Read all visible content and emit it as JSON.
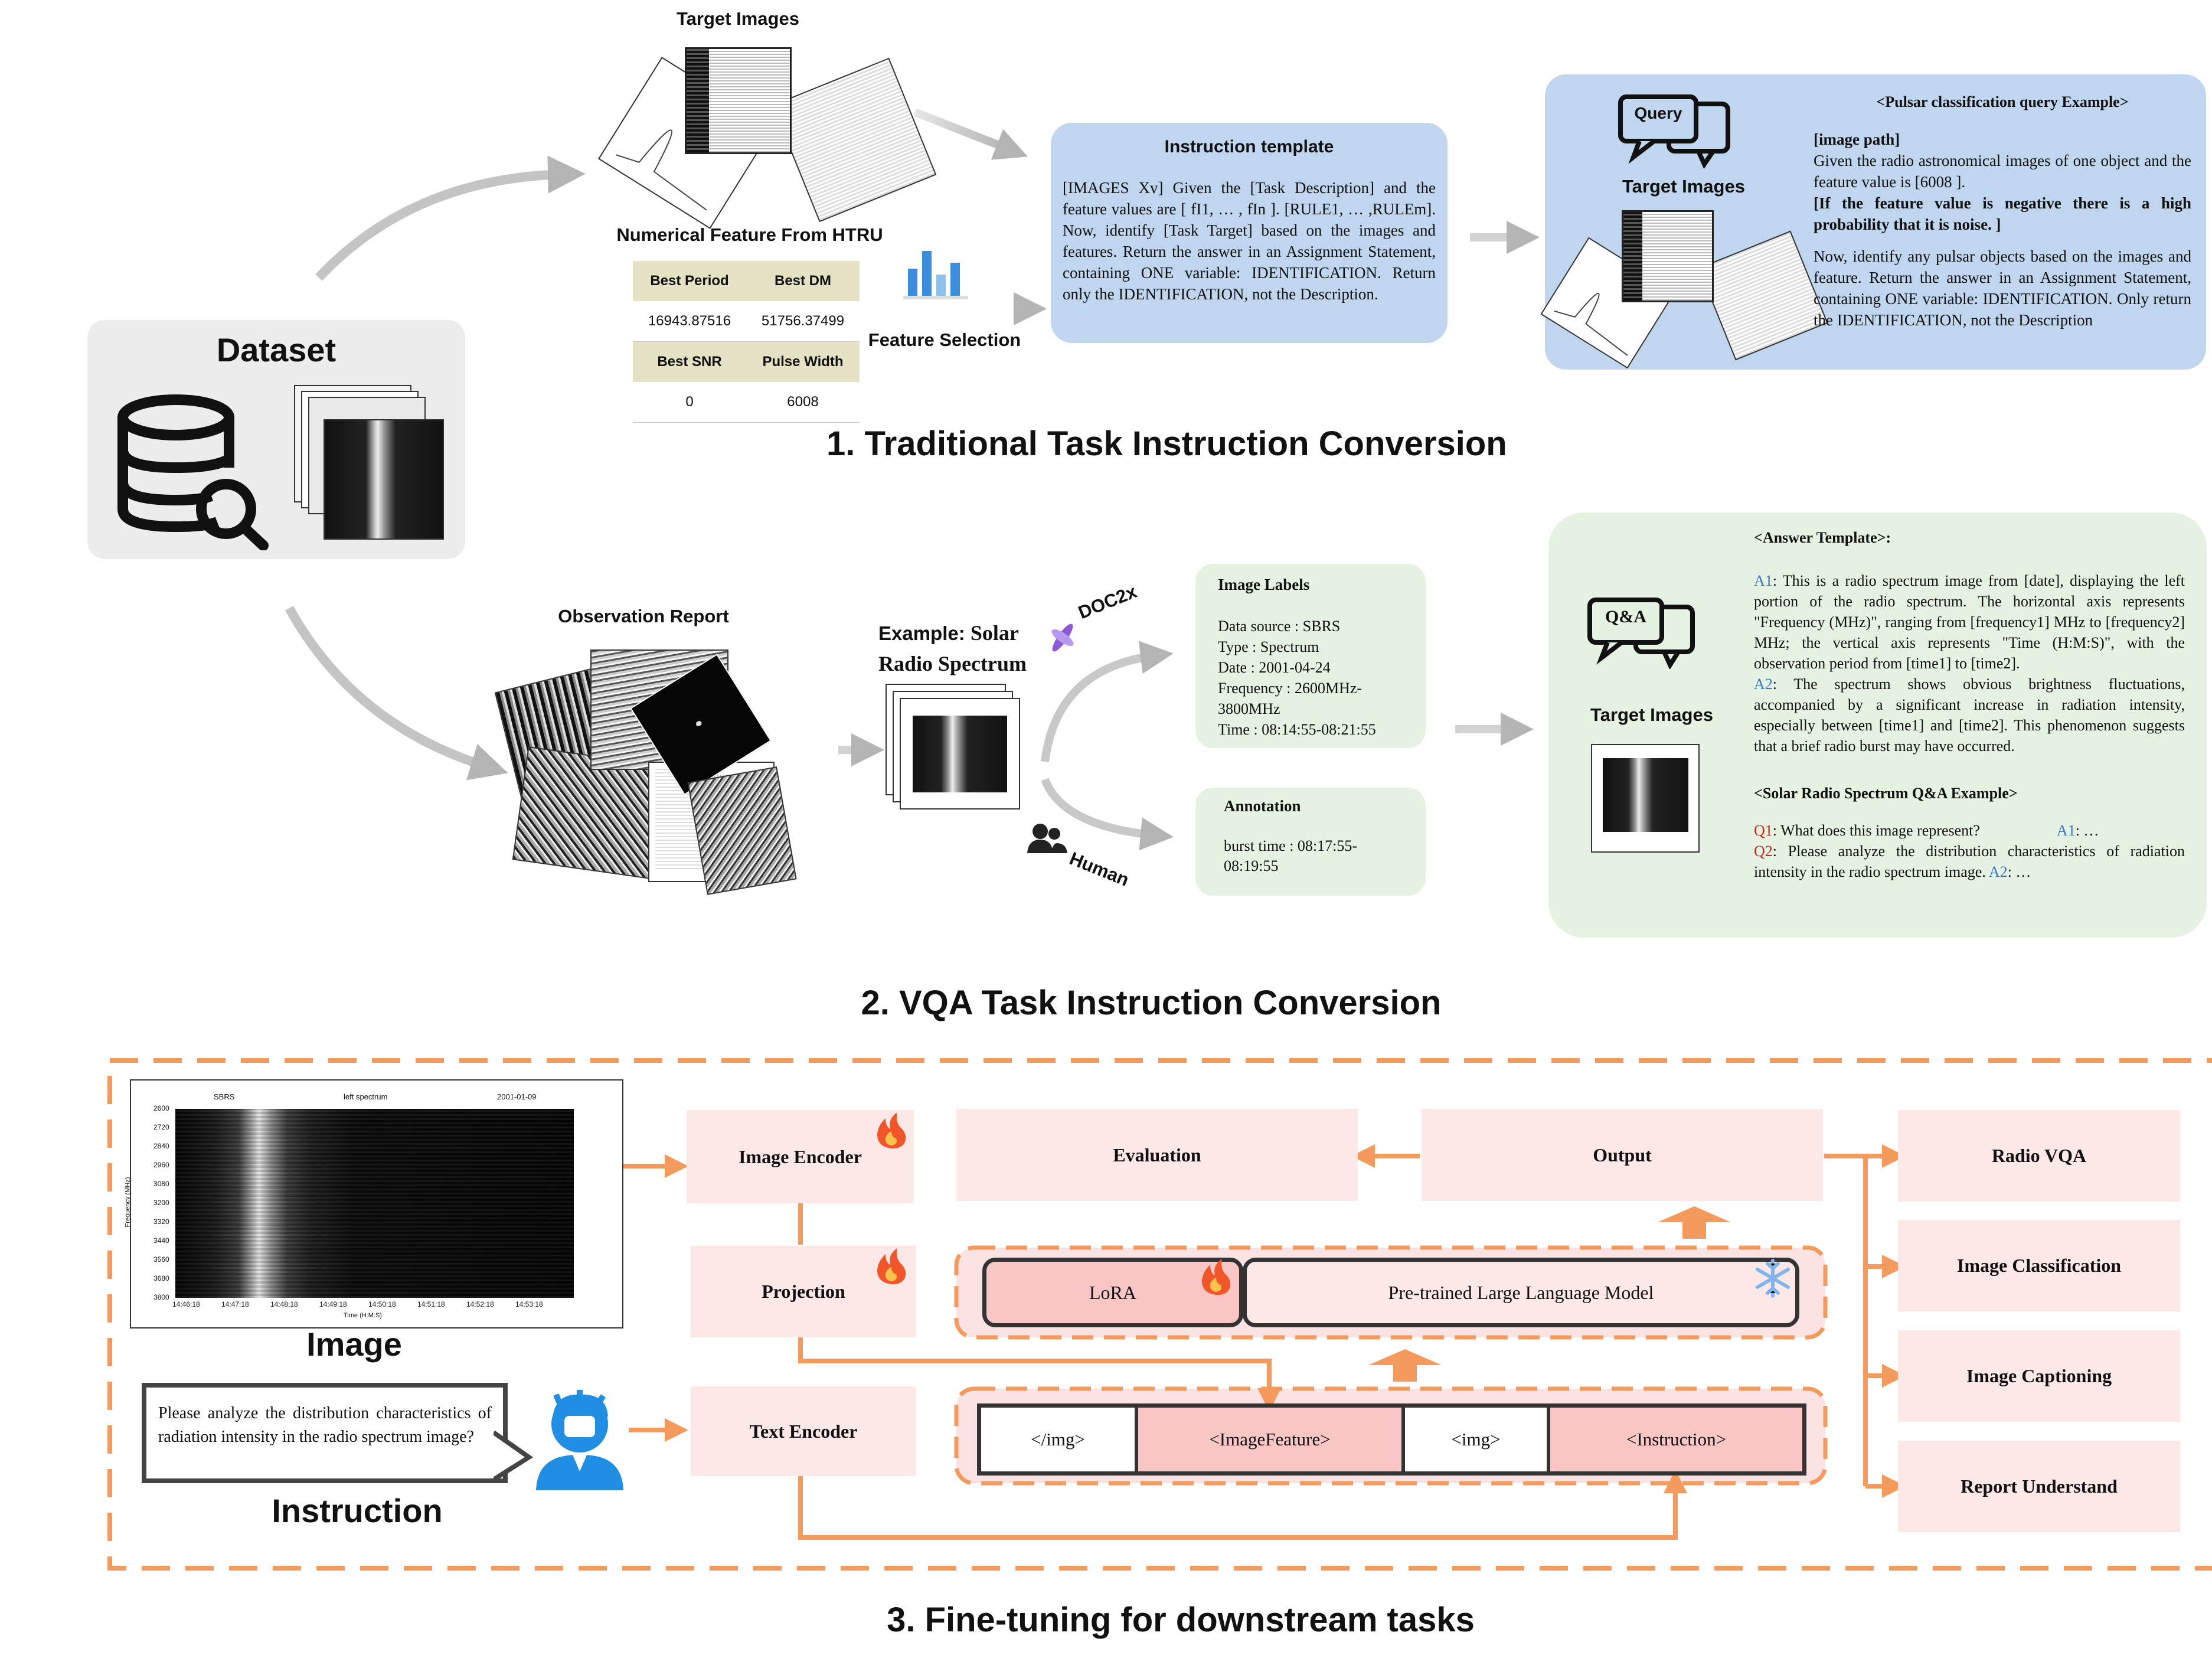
{
  "dataset": {
    "title": "Dataset"
  },
  "section1": {
    "title": "1. Traditional Task Instruction Conversion",
    "target_images_label": "Target Images",
    "numerical_feature_label": "Numerical Feature From HTRU",
    "feature_table": {
      "rows": [
        [
          "Best Period",
          "Best DM"
        ],
        [
          "16943.87516",
          "51756.37499"
        ],
        [
          "Best SNR",
          "Pulse Width"
        ],
        [
          "0",
          "6008"
        ]
      ]
    },
    "feature_selection_label": "Feature Selection",
    "instruction_template": {
      "title": "Instruction template",
      "lines": [
        "[IMAGES Xv] Given the [Task Description] and the feature values are [ fI1, … , fIn ]. [RULE1, … ,RULEm]. Now, identify [Task Target] based on the images and features. Return the answer in an Assignment Statement, containing ONE variable: IDENTIFICATION. Return only the IDENTIFICATION, not the Description."
      ]
    },
    "query_icon_label": "Query",
    "query_target_label": "Target Images",
    "query_example": {
      "title": "<Pulsar classification query Example>",
      "p1": "[image path]",
      "p2": "Given the radio astronomical images of one object and the feature value is [6008 ].",
      "p3": "[If the feature value is negative there is a high probability that it is noise. ]",
      "p4": "Now, identify any pulsar objects based on the images and feature. Return the answer in an Assignment Statement, containing ONE variable: IDENTIFICATION. Only return the IDENTIFICATION, not the Description"
    }
  },
  "section2": {
    "title": "2. VQA Task Instruction Conversion",
    "observation_report_label": "Observation Report",
    "example_label_1": "Example: ",
    "example_label_2": "Solar",
    "example_label_3": "Radio Spectrum",
    "doc2x_label": "DOC2x",
    "human_label": "Human",
    "image_labels": {
      "title": "Image Labels",
      "lines": [
        "Data source : SBRS",
        "Type : Spectrum",
        "Date : 2001-04-24",
        "Frequency : 2600MHz-",
        "3800MHz",
        "Time : 08:14:55-08:21:55"
      ]
    },
    "annotation": {
      "title": "Annotation",
      "lines": [
        "burst time :  08:17:55-",
        "08:19:55"
      ]
    },
    "qa_icon_label": "Q&A",
    "qa_target_label": "Target Images",
    "answer_template": {
      "title": "<Answer Template>:",
      "a1_tag": "A1",
      "a1_text": ": This is a radio spectrum image from [date], displaying the left portion of the radio spectrum. The horizontal axis represents \"Frequency (MHz)\", ranging from [frequency1] MHz to [frequency2] MHz; the vertical axis represents \"Time (H:M:S)\", with the observation period from [time1] to [time2].",
      "a2_tag": "A2",
      "a2_text": ": The spectrum shows obvious brightness fluctuations, accompanied by a significant increase in radiation intensity, especially between [time1] and [time2]. This phenomenon suggests that a brief radio burst may have occurred.",
      "example_title": "<Solar Radio Spectrum Q&A Example>",
      "q1_tag": "Q1",
      "q1_text": ": What does this image represent?",
      "q1_a_tag": "A1",
      "q1_a_text": ": …",
      "q2_tag": "Q2",
      "q2_text": ": Please analyze the distribution characteristics of radiation intensity in the radio spectrum image.",
      "q2_a_tag": "A2",
      "q2_a_text": ": …"
    }
  },
  "section3": {
    "title": "3. Fine-tuning for downstream tasks",
    "spectrum": {
      "source": "SBRS",
      "kind": "left spectrum",
      "date": "2001-01-09",
      "y_ticks": [
        "2600",
        "2720",
        "2840",
        "2960",
        "3080",
        "3200",
        "3320",
        "3440",
        "3560",
        "3680",
        "3800"
      ],
      "x_ticks": [
        "14:46:18",
        "14:47:18",
        "14:48:18",
        "14:49:18",
        "14:50:18",
        "14:51:18",
        "14:52:18",
        "14:53:18"
      ],
      "y_label": "Frequency (MHz)",
      "x_label": "Time (H:M:S)"
    },
    "image_label": "Image",
    "instruction_label": "Instruction",
    "instruction_text": "Please analyze the distribution characteristics of radiation intensity in the radio spectrum image?",
    "image_encoder": "Image Encoder",
    "projection": "Projection",
    "text_encoder": "Text Encoder",
    "evaluation": "Evaluation",
    "output": "Output",
    "lora": "LoRA",
    "llm": "Pre-trained Large Language Model",
    "tokens": [
      "</img>",
      "<ImageFeature>",
      "<img>",
      "<Instruction>"
    ],
    "tasks": [
      "Radio VQA",
      "Image Classification",
      "Image Captioning",
      "Report Understand"
    ]
  },
  "colors": {
    "orange": "#f39a5c",
    "blue_box": "#bfd6ee",
    "green_box": "#e6f2e1",
    "pink": "#fde8e8",
    "lora_pink": "#f9c6c6",
    "flame": "#f0562a"
  }
}
